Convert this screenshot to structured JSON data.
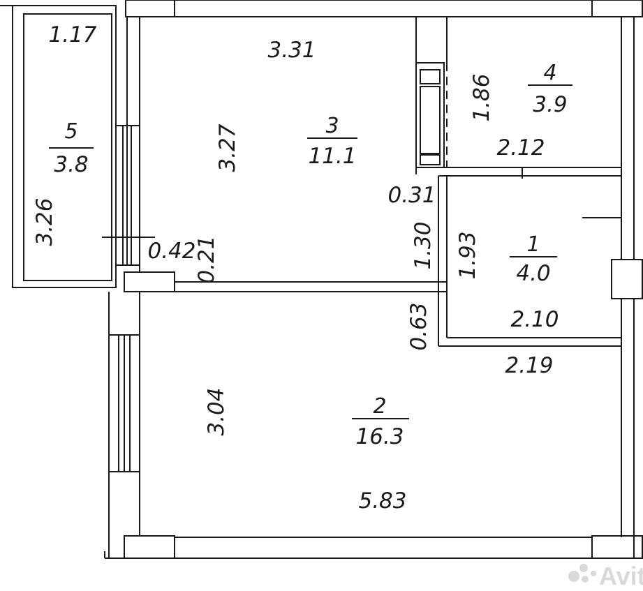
{
  "rooms": {
    "r1": {
      "number": "1",
      "area": "4.0"
    },
    "r2": {
      "number": "2",
      "area": "16.3"
    },
    "r3": {
      "number": "3",
      "area": "11.1"
    },
    "r4": {
      "number": "4",
      "area": "3.9"
    },
    "r5": {
      "number": "5",
      "area": "3.8"
    }
  },
  "dimensions": {
    "d117": "1.17",
    "d331": "3.31",
    "d186": "1.86",
    "d212": "2.12",
    "d327": "3.27",
    "d326": "3.26",
    "d031": "0.31",
    "d130": "1.30",
    "d193": "1.93",
    "d042": "0.42",
    "d021": "0.21",
    "d063": "0.63",
    "d210": "2.10",
    "d219": "2.19",
    "d304": "3.04",
    "d583": "5.83"
  },
  "watermark": {
    "text": "Avito"
  }
}
